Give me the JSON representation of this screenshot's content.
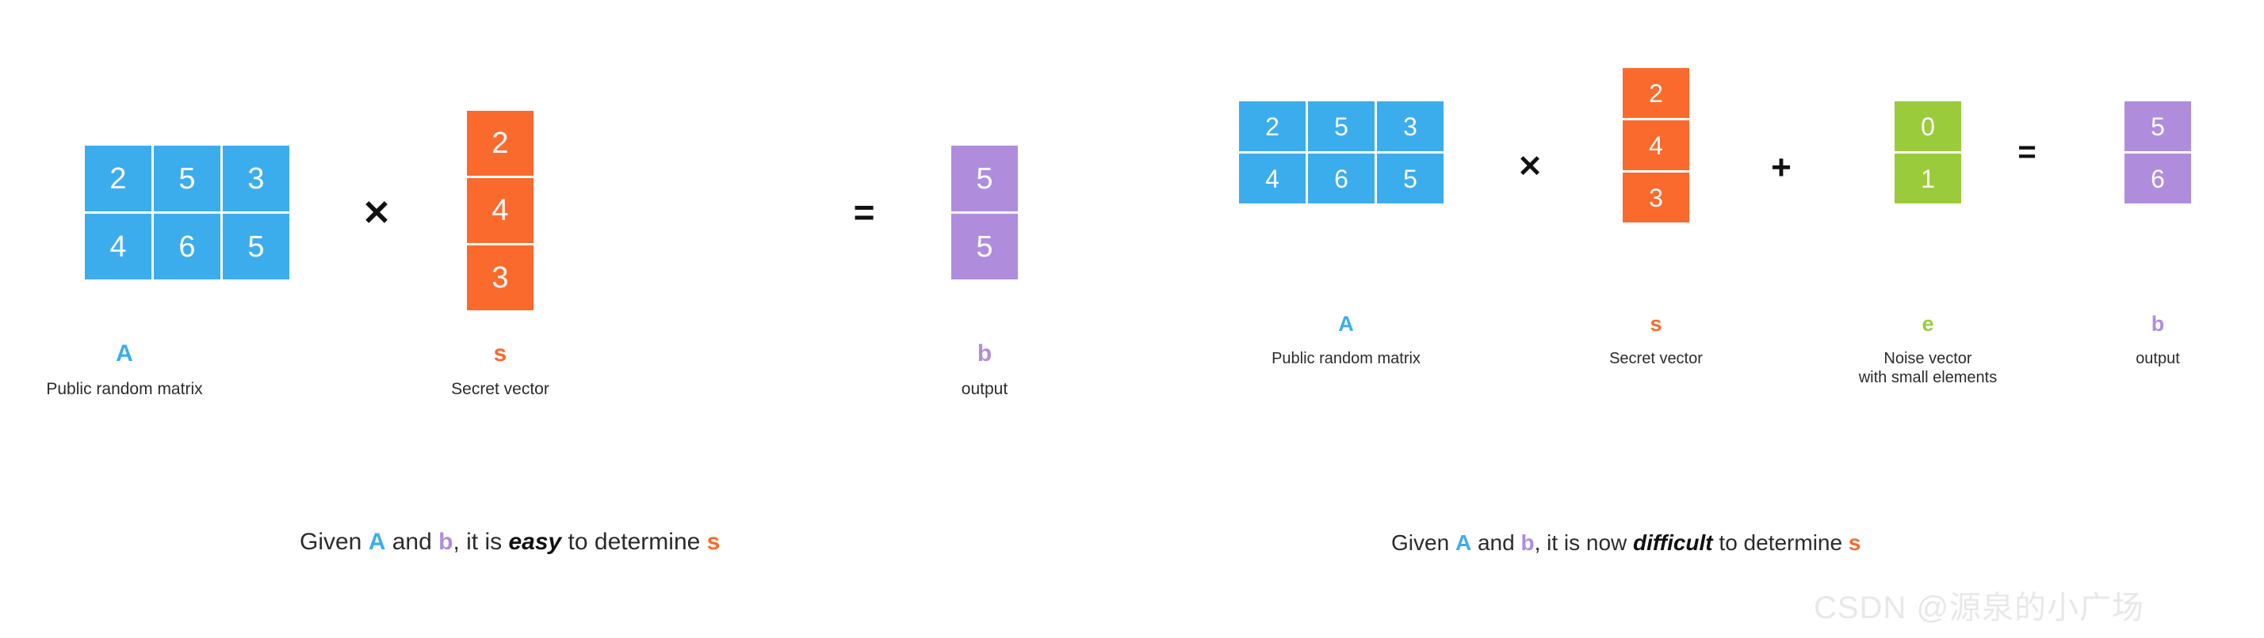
{
  "colors": {
    "matrix_blue": "#3badec",
    "secret_orange": "#fa6a2c",
    "output_purple": "#af8ddc",
    "noise_green": "#9acb3b",
    "text": "#2b2b2b",
    "background": "#ffffff",
    "watermark": "#e8e8e8"
  },
  "left_panel": {
    "matrix_A": {
      "symbol": "A",
      "description": "Public random matrix",
      "rows": 2,
      "cols": 3,
      "values": [
        [
          2,
          5,
          3
        ],
        [
          4,
          6,
          5
        ]
      ]
    },
    "operator_multiply": "✕",
    "vector_s": {
      "symbol": "s",
      "description": "Secret vector",
      "rows": 3,
      "cols": 1,
      "values": [
        [
          2
        ],
        [
          4
        ],
        [
          3
        ]
      ]
    },
    "operator_equals": "=",
    "vector_b": {
      "symbol": "b",
      "description": "output",
      "rows": 2,
      "cols": 1,
      "values": [
        [
          5
        ],
        [
          5
        ]
      ]
    },
    "caption": {
      "part1": "Given ",
      "sym_A": "A",
      "part2": " and ",
      "sym_b": "b",
      "part3": ", it is ",
      "emphasis": "easy",
      "part4": " to determine ",
      "sym_s": "s"
    }
  },
  "right_panel": {
    "matrix_A": {
      "symbol": "A",
      "description": "Public random matrix",
      "rows": 2,
      "cols": 3,
      "values": [
        [
          2,
          5,
          3
        ],
        [
          4,
          6,
          5
        ]
      ]
    },
    "operator_multiply": "✕",
    "vector_s": {
      "symbol": "s",
      "description": "Secret vector",
      "rows": 3,
      "cols": 1,
      "values": [
        [
          2
        ],
        [
          4
        ],
        [
          3
        ]
      ]
    },
    "operator_plus": "+",
    "vector_e": {
      "symbol": "e",
      "description": "Noise vector\nwith small elements",
      "rows": 2,
      "cols": 1,
      "values": [
        [
          0
        ],
        [
          1
        ]
      ]
    },
    "operator_equals": "=",
    "vector_b": {
      "symbol": "b",
      "description": "output",
      "rows": 2,
      "cols": 1,
      "values": [
        [
          5
        ],
        [
          6
        ]
      ]
    },
    "caption": {
      "part1": "Given ",
      "sym_A": "A",
      "part2": " and ",
      "sym_b": "b",
      "part3": ", it is now ",
      "emphasis": "difficult",
      "part4": " to determine ",
      "sym_s": "s"
    }
  },
  "watermark": {
    "text": "CSDN @源泉的小广场"
  }
}
